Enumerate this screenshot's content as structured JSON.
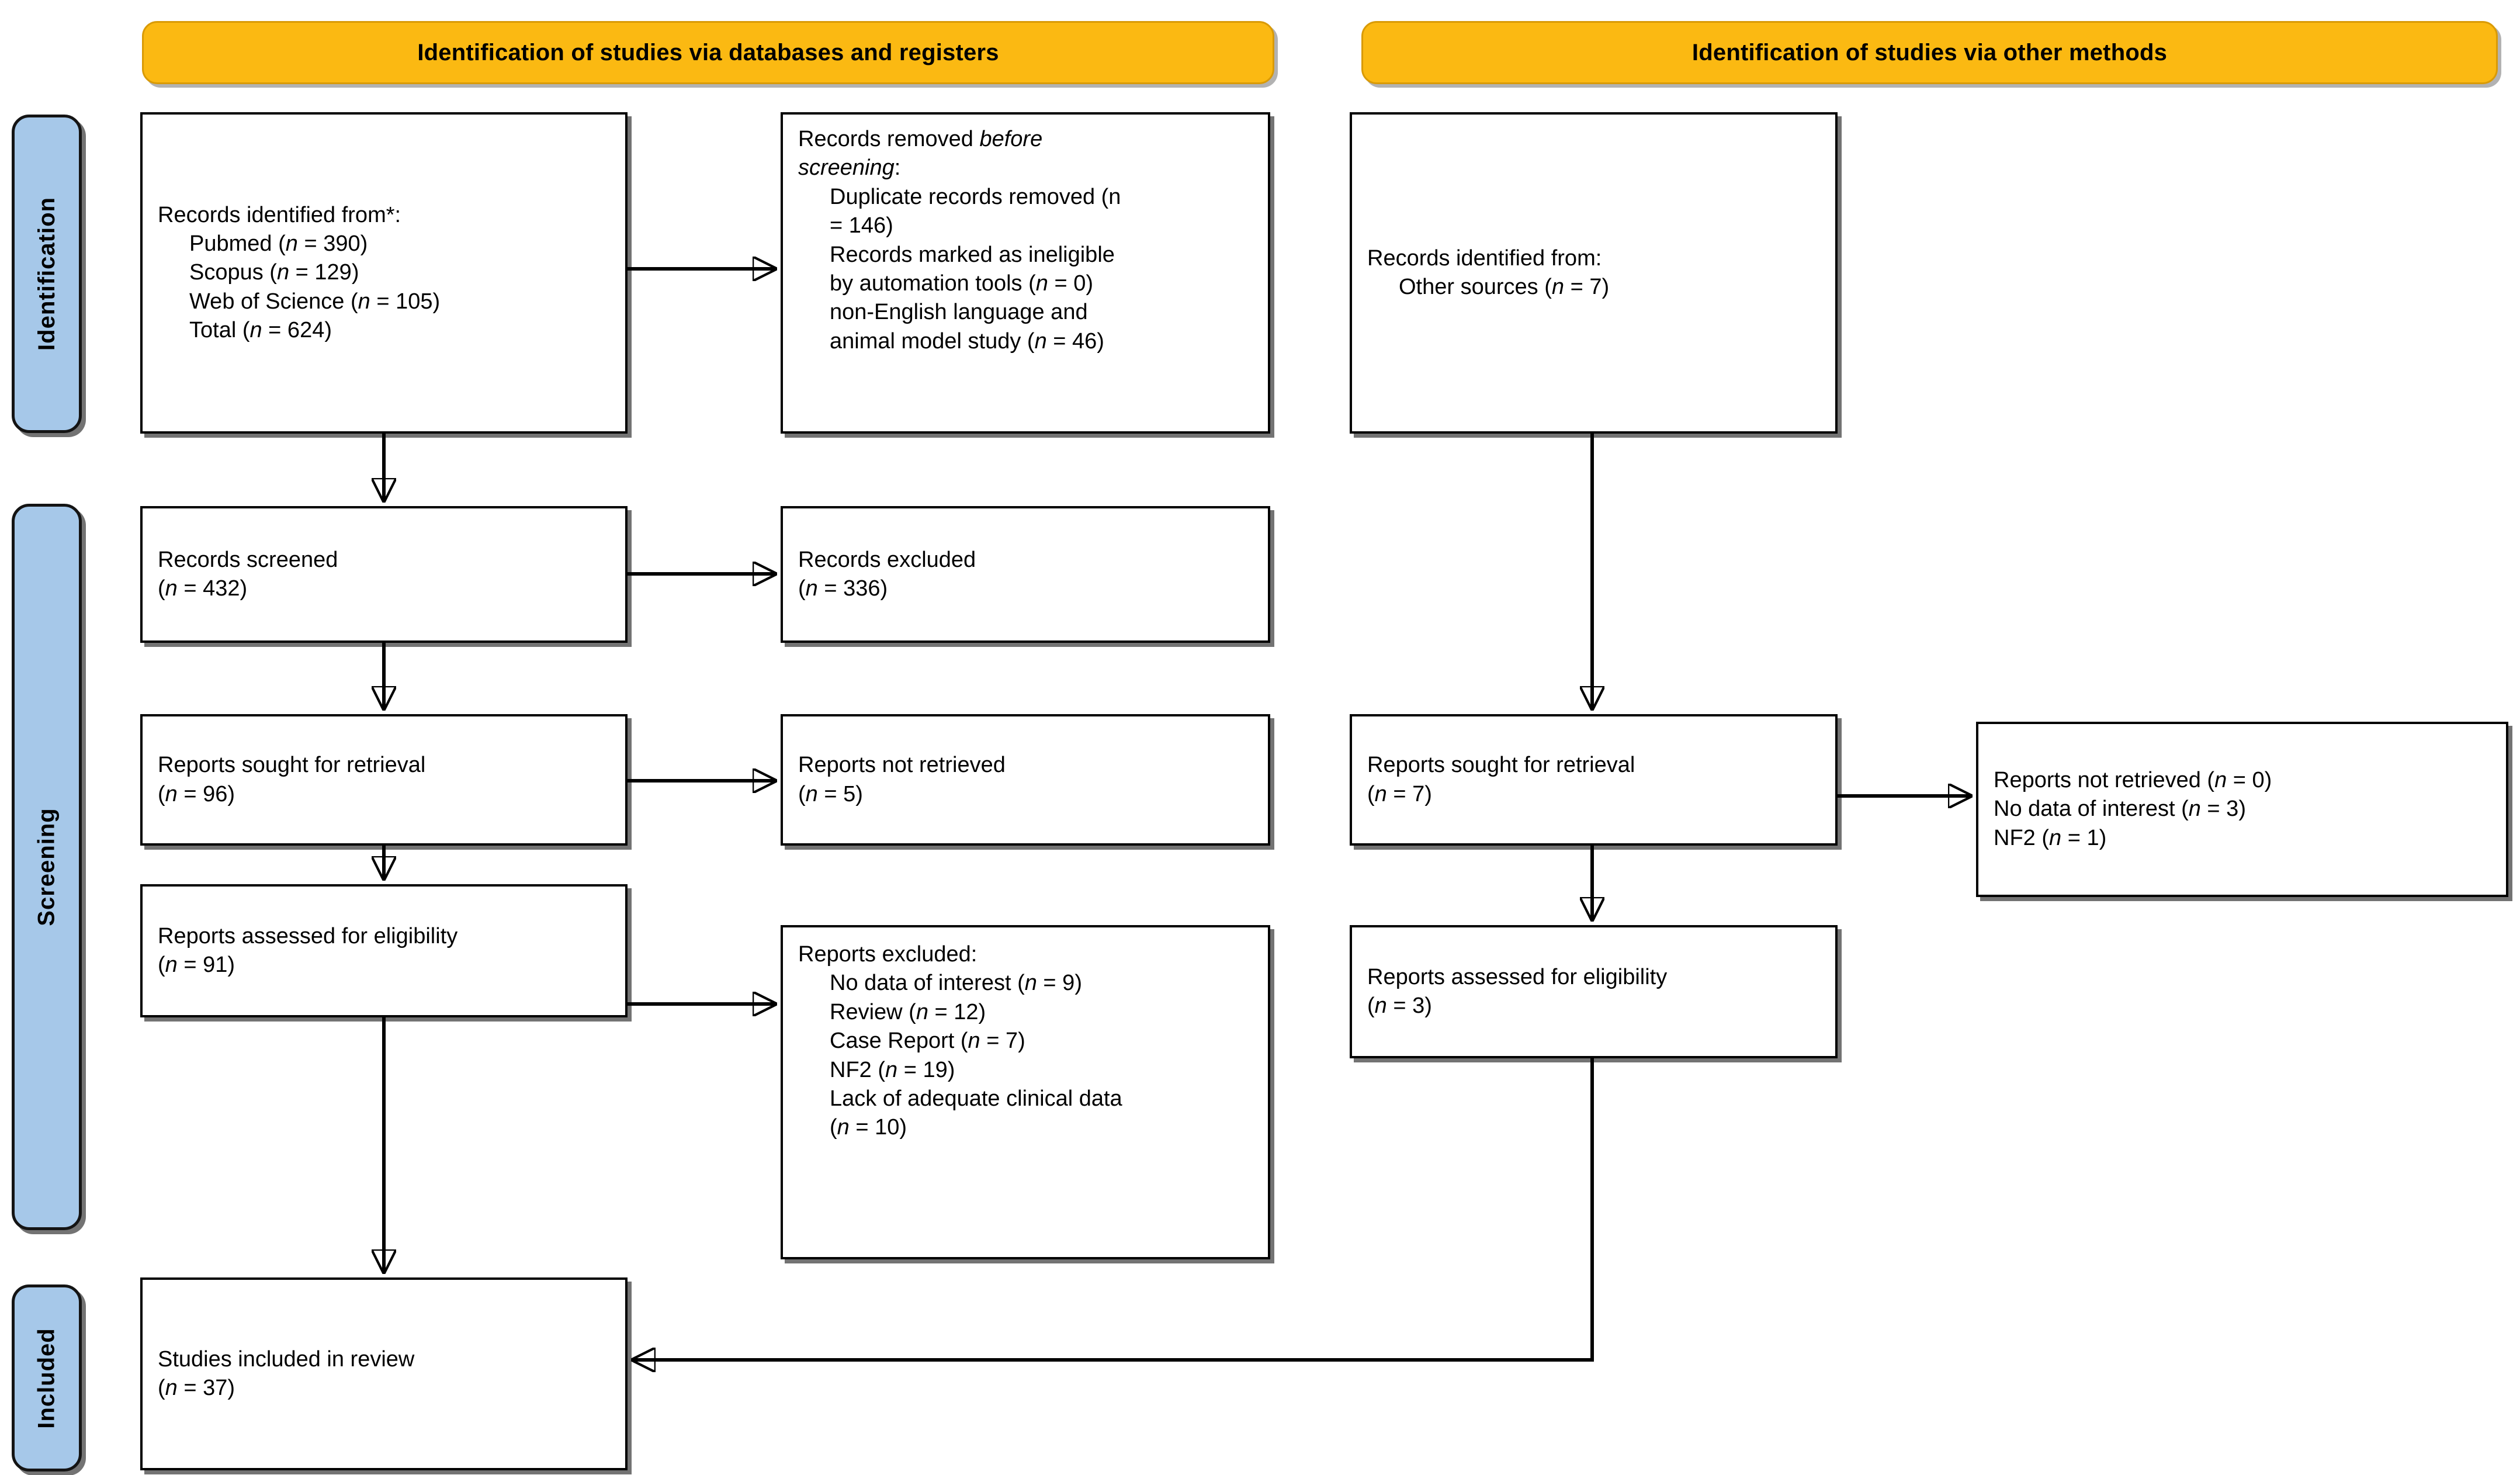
{
  "figure": {
    "type": "prisma-2020-flow-diagram",
    "title": "PRISMA 2020 flow diagram"
  },
  "headers": [
    {
      "id": "databases-registers",
      "label": "Identification of studies via databases and registers"
    },
    {
      "id": "other-methods",
      "label": "Identification of studies via other methods"
    }
  ],
  "phases": [
    {
      "id": "identification",
      "label": "Identification"
    },
    {
      "id": "screening",
      "label": "Screening"
    },
    {
      "id": "included",
      "label": "Included"
    }
  ],
  "boxes": {
    "records_identified": {
      "id": "records-identified-from",
      "lines": [
        {
          "text": "Records identified from*:",
          "indent": false
        },
        {
          "text": "Pubmed (n = 390)",
          "indent": true
        },
        {
          "text": "Scopus (n = 129)",
          "indent": true
        },
        {
          "text": "Web of Science (n = 105)",
          "indent": true
        },
        {
          "text": "Total (n = 624)",
          "indent": true
        }
      ]
    },
    "records_removed": {
      "id": "records-removed-before-screening",
      "lines": [
        {
          "text": "Records removed before",
          "indent": false
        },
        {
          "text": "screening:",
          "indent": false
        },
        {
          "text": "Duplicate records removed (n",
          "indent": true
        },
        {
          "text": "= 146)",
          "indent": true
        },
        {
          "text": "Records marked as ineligible",
          "indent": true
        },
        {
          "text": "by automation tools (n = 0)",
          "indent": true
        },
        {
          "text": "non-English language and",
          "indent": true
        },
        {
          "text": "animal model study (n = 46)",
          "indent": true
        }
      ]
    },
    "other_identified": {
      "id": "records-identified-other-sources",
      "lines": [
        {
          "text": "Records identified from:",
          "indent": false
        },
        {
          "text": "Other sources (n = 7)",
          "indent": true
        }
      ]
    },
    "records_screened": {
      "id": "records-screened",
      "lines": [
        {
          "text": "Records screened",
          "indent": false
        },
        {
          "text": "(n = 432)",
          "indent": false
        }
      ]
    },
    "records_excluded": {
      "id": "records-excluded",
      "lines": [
        {
          "text": "Records excluded",
          "indent": false
        },
        {
          "text": "(n = 336)",
          "indent": false
        }
      ]
    },
    "reports_sought_db": {
      "id": "reports-sought-for-retrieval-databases",
      "lines": [
        {
          "text": "Reports sought for retrieval",
          "indent": false
        },
        {
          "text": "(n = 96)",
          "indent": false
        }
      ]
    },
    "reports_not_retrieved_db": {
      "id": "reports-not-retrieved-databases",
      "lines": [
        {
          "text": "Reports not retrieved",
          "indent": false
        },
        {
          "text": "(n = 5)",
          "indent": false
        }
      ]
    },
    "reports_assessed_db": {
      "id": "reports-assessed-for-eligibility-databases",
      "lines": [
        {
          "text": "Reports assessed for eligibility",
          "indent": false
        },
        {
          "text": "(n = 91)",
          "indent": false
        }
      ]
    },
    "reports_excluded_db": {
      "id": "reports-excluded-databases",
      "lines": [
        {
          "text": "Reports excluded:",
          "indent": false
        },
        {
          "text": "No data of interest (n = 9)",
          "indent": true
        },
        {
          "text": "Review (n = 12)",
          "indent": true
        },
        {
          "text": "Case Report (n = 7)",
          "indent": true
        },
        {
          "text": "NF2 (n = 19)",
          "indent": true
        },
        {
          "text": "Lack of adequate clinical data",
          "indent": true
        },
        {
          "text": "(n = 10)",
          "indent": true
        }
      ]
    },
    "reports_sought_other": {
      "id": "reports-sought-for-retrieval-other",
      "lines": [
        {
          "text": "Reports sought for retrieval",
          "indent": false
        },
        {
          "text": "(n = 7)",
          "indent": false
        }
      ]
    },
    "reports_not_retrieved_other": {
      "id": "reports-not-retrieved-other",
      "lines": [
        {
          "text": "Reports not retrieved (n = 0)",
          "indent": false
        },
        {
          "text": "No data of interest (n = 3)",
          "indent": false
        },
        {
          "text": "NF2 (n = 1)",
          "indent": false
        }
      ]
    },
    "reports_assessed_other": {
      "id": "reports-assessed-for-eligibility-other",
      "lines": [
        {
          "text": "Reports assessed for eligibility",
          "indent": false
        },
        {
          "text": "(n = 3)",
          "indent": false
        }
      ]
    },
    "studies_included": {
      "id": "studies-included-in-review",
      "lines": [
        {
          "text": "Studies included in review",
          "indent": false
        },
        {
          "text": "(n = 37)",
          "indent": false
        }
      ]
    }
  },
  "colors": {
    "header_fill": "#FBB912",
    "header_border": "#D99A06",
    "phase_fill": "#A6C8E9",
    "box_border": "#000000",
    "connector": "#000000",
    "page_background": "#FFFFFF"
  }
}
